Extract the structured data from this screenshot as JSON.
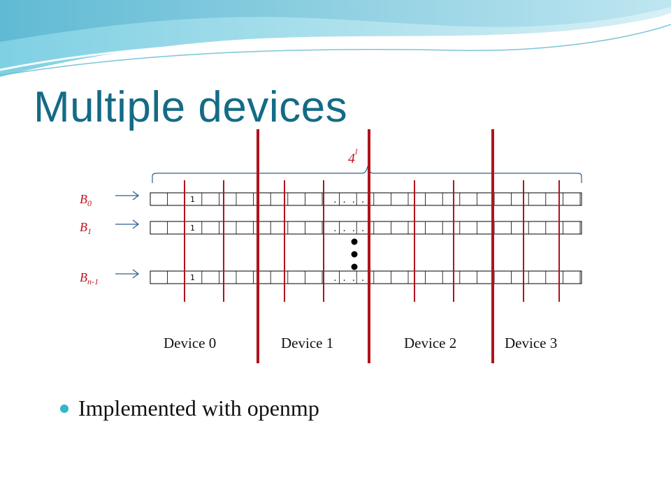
{
  "slide": {
    "title": "Multiple devices",
    "bullets": [
      {
        "text": "Implemented with openmp"
      }
    ]
  },
  "diagram": {
    "span_label_base": "4",
    "span_label_exp": "l",
    "rows": [
      {
        "label_main": "B",
        "label_sub": "0",
        "first_value": "1",
        "ellipsis": ". . . ."
      },
      {
        "label_main": "B",
        "label_sub": "1",
        "first_value": "1",
        "ellipsis": ". . . ."
      },
      {
        "label_main": "B",
        "label_sub": "n-1",
        "first_value": "1",
        "ellipsis": ". . . ."
      }
    ],
    "devices": [
      "Device 0",
      "Device 1",
      "Device 2",
      "Device 3"
    ],
    "colors": {
      "title": "#146b86",
      "divider": "#b0131c",
      "row_label": "#c0141c",
      "arrow": "#2e5f8e",
      "accent": "#2fb8c8"
    }
  }
}
